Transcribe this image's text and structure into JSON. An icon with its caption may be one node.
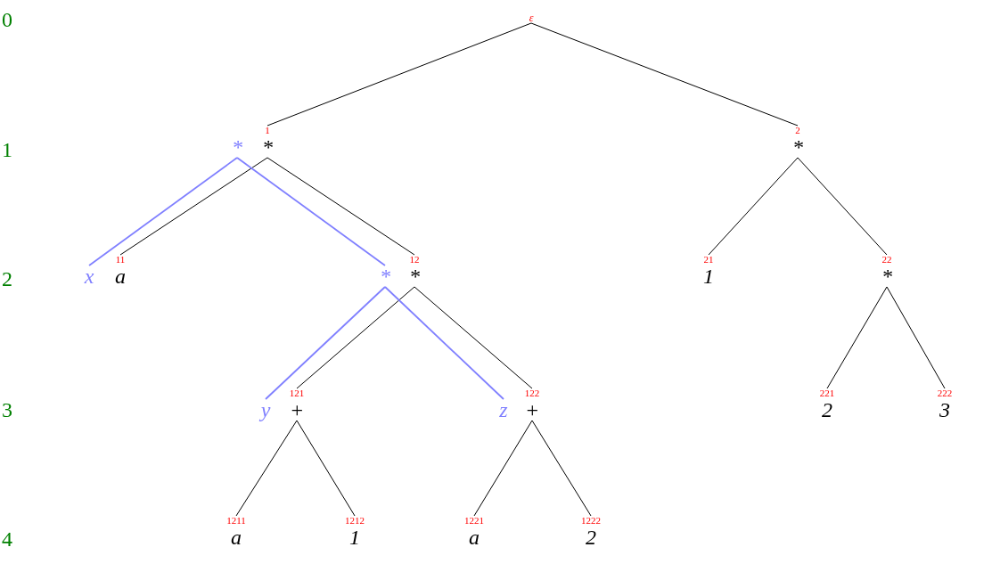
{
  "diagram": {
    "nodes": [
      {
        "text": [
          "ε"
        ]
      },
      {
        "text": [
          "*"
        ],
        "beside": [
          "1"
        ]
      },
      {
        "text": [
          "*"
        ],
        "beside": [
          "2"
        ]
      },
      {
        "text": [
          "a"
        ],
        "beside": [
          "11"
        ]
      },
      {
        "text": [
          "*"
        ],
        "beside": [
          "12"
        ]
      },
      {
        "text": [
          "1"
        ],
        "beside": [
          "21"
        ]
      },
      {
        "text": [
          "*"
        ],
        "beside": [
          "22"
        ]
      },
      {
        "text": [
          "+"
        ],
        "beside": [
          "121"
        ]
      },
      {
        "text": [
          "+"
        ],
        "beside": [
          "122"
        ]
      },
      {
        "text": [
          "2"
        ],
        "beside": [
          "221"
        ]
      },
      {
        "text": [
          "3"
        ],
        "beside": [
          "222"
        ]
      },
      {
        "text": [
          "a"
        ],
        "beside": [
          "1211"
        ]
      },
      {
        "text": [
          "1"
        ],
        "beside": [
          "1212"
        ]
      },
      {
        "text": [
          "a"
        ],
        "beside": [
          "1221"
        ]
      },
      {
        "text": [
          "2"
        ],
        "beside": [
          "1222"
        ]
      },
      {
        "text": [
          "*"
        ]
      },
      {
        "text": [
          "x"
        ]
      },
      {
        "text": [
          "*"
        ]
      },
      {
        "text": [
          "y"
        ]
      },
      {
        "text": [
          "z"
        ]
      }
    ],
    "edges": [
      {
        "from": 0,
        "to": 1,
        "arrow": "none"
      },
      {
        "from": 0,
        "to": 2,
        "arrow": "none"
      },
      {
        "from": 1,
        "to": 3,
        "arrow": "none"
      },
      {
        "from": 1,
        "to": 4,
        "arrow": "none"
      },
      {
        "from": 2,
        "to": 5,
        "arrow": "none"
      },
      {
        "from": 2,
        "to": 6,
        "arrow": "none"
      },
      {
        "from": 4,
        "to": 7,
        "arrow": "none"
      },
      {
        "from": 4,
        "to": 8,
        "arrow": "none"
      },
      {
        "from": 6,
        "to": 9,
        "arrow": "none"
      },
      {
        "from": 6,
        "to": 10,
        "arrow": "none"
      },
      {
        "from": 7,
        "to": 11,
        "arrow": "none"
      },
      {
        "from": 7,
        "to": 12,
        "arrow": "none"
      },
      {
        "from": 8,
        "to": 13,
        "arrow": "none"
      },
      {
        "from": 8,
        "to": 14,
        "arrow": "none"
      },
      {
        "from": 15,
        "to": 16,
        "arrow": "none",
        "color": "#8080ff"
      },
      {
        "from": 15,
        "to": 17,
        "arrow": "none",
        "color": "#8080ff"
      },
      {
        "from": 17,
        "to": 18,
        "arrow": "none",
        "color": "#8080ff"
      },
      {
        "from": 17,
        "to": 19,
        "arrow": "none",
        "color": "#8080ff"
      }
    ],
    "labels": [
      "0",
      "1",
      "2",
      "3",
      "4"
    ]
  }
}
